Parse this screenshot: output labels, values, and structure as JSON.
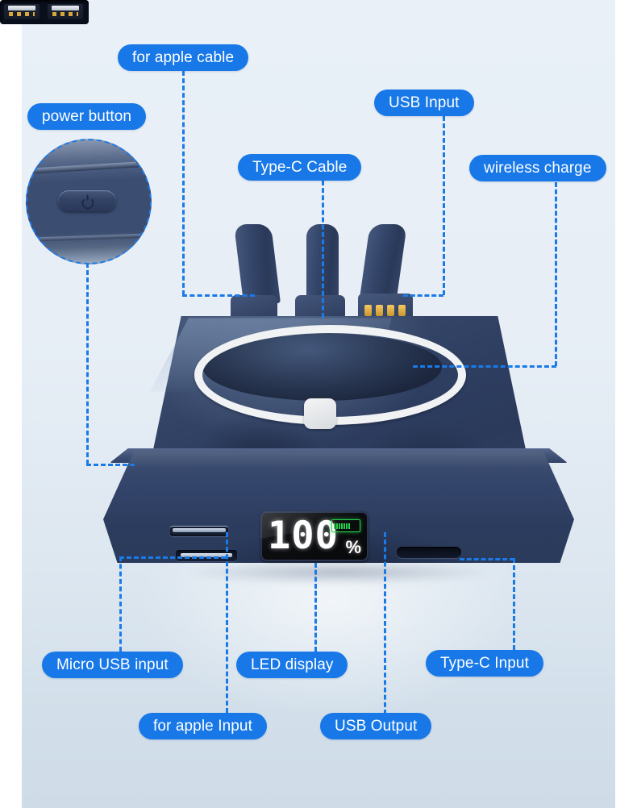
{
  "page": {
    "title": "Power bank feature callout diagram",
    "background_top": "#e9f0f7",
    "background_bottom": "#cfdce8",
    "accent": "#1878e8",
    "device_color": "#2e3e60"
  },
  "callouts": [
    {
      "id": "power-button",
      "label": "power button"
    },
    {
      "id": "apple-cable",
      "label": "for apple cable"
    },
    {
      "id": "type-c-cable",
      "label": "Type-C Cable"
    },
    {
      "id": "usb-input",
      "label": "USB Input"
    },
    {
      "id": "wireless-charge",
      "label": "wireless charge"
    },
    {
      "id": "micro-usb-input",
      "label": "Micro USB input"
    },
    {
      "id": "apple-input",
      "label": "for apple Input"
    },
    {
      "id": "led-display",
      "label": "LED display"
    },
    {
      "id": "usb-output",
      "label": "USB Output"
    },
    {
      "id": "type-c-input",
      "label": "Type-C Input"
    }
  ],
  "led_display": {
    "value": "100",
    "unit": "%",
    "battery_icon": "battery-full-icon",
    "digit_color": "#ffffff",
    "battery_color": "#23d14a",
    "screen_color": "#0a0b0e"
  },
  "device": {
    "cables": [
      {
        "id": "lightning-cable",
        "type": "lightning"
      },
      {
        "id": "type-c-cable",
        "type": "type-c"
      },
      {
        "id": "usb-a-cable",
        "type": "usb-a"
      }
    ],
    "ports": [
      {
        "id": "micro-usb-port",
        "type": "micro-usb"
      },
      {
        "id": "lightning-port",
        "type": "lightning"
      },
      {
        "id": "usb-a-port-1",
        "type": "usb-a"
      },
      {
        "id": "usb-a-port-2",
        "type": "usb-a"
      },
      {
        "id": "type-c-port",
        "type": "type-c"
      }
    ],
    "wireless_pad": "magsafe-ring",
    "power_button_glyph": "power-icon"
  }
}
